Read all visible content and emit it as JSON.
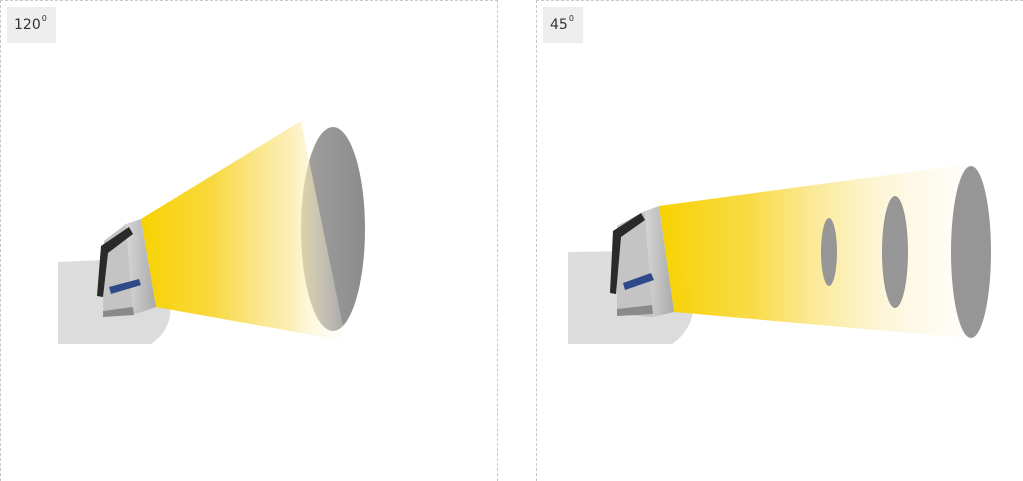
{
  "panels": [
    {
      "angle": "120",
      "unit": "0"
    },
    {
      "angle": "45",
      "unit": "0"
    }
  ],
  "colors": {
    "beam": "#f7d200",
    "target": "#969696",
    "shadow": "#dcdcdc",
    "fixture": "#c8c8c8",
    "logo": "#2e4a8a",
    "border": "#c8c8c8"
  }
}
